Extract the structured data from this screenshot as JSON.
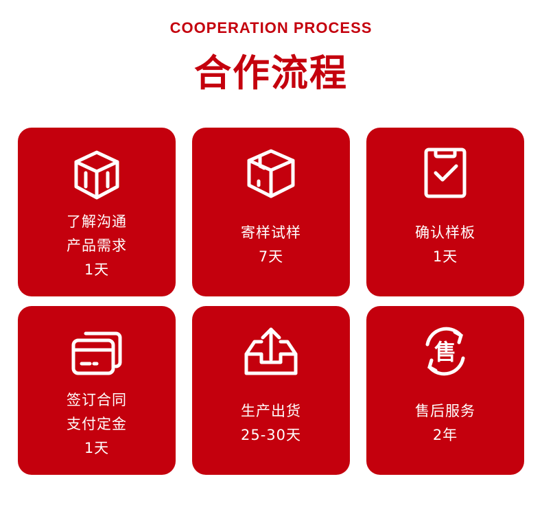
{
  "header": {
    "subtitle": "COOPERATION PROCESS",
    "title": "合作流程"
  },
  "accent_color": "#c4000d",
  "steps": [
    {
      "icon": "open-box-icon",
      "lines": [
        "了解沟通",
        "产品需求",
        "1天"
      ]
    },
    {
      "icon": "sealed-box-icon",
      "lines": [
        "寄样试样",
        "7天"
      ]
    },
    {
      "icon": "clipboard-check-icon",
      "lines": [
        "确认样板",
        "1天"
      ]
    },
    {
      "icon": "credit-cards-icon",
      "lines": [
        "签订合同",
        "支付定金",
        "1天"
      ]
    },
    {
      "icon": "tray-upload-icon",
      "lines": [
        "生产出货",
        "25-30天"
      ]
    },
    {
      "icon": "after-sales-service-icon",
      "lines": [
        "售后服务",
        "2年"
      ],
      "icon_text": "售"
    }
  ]
}
